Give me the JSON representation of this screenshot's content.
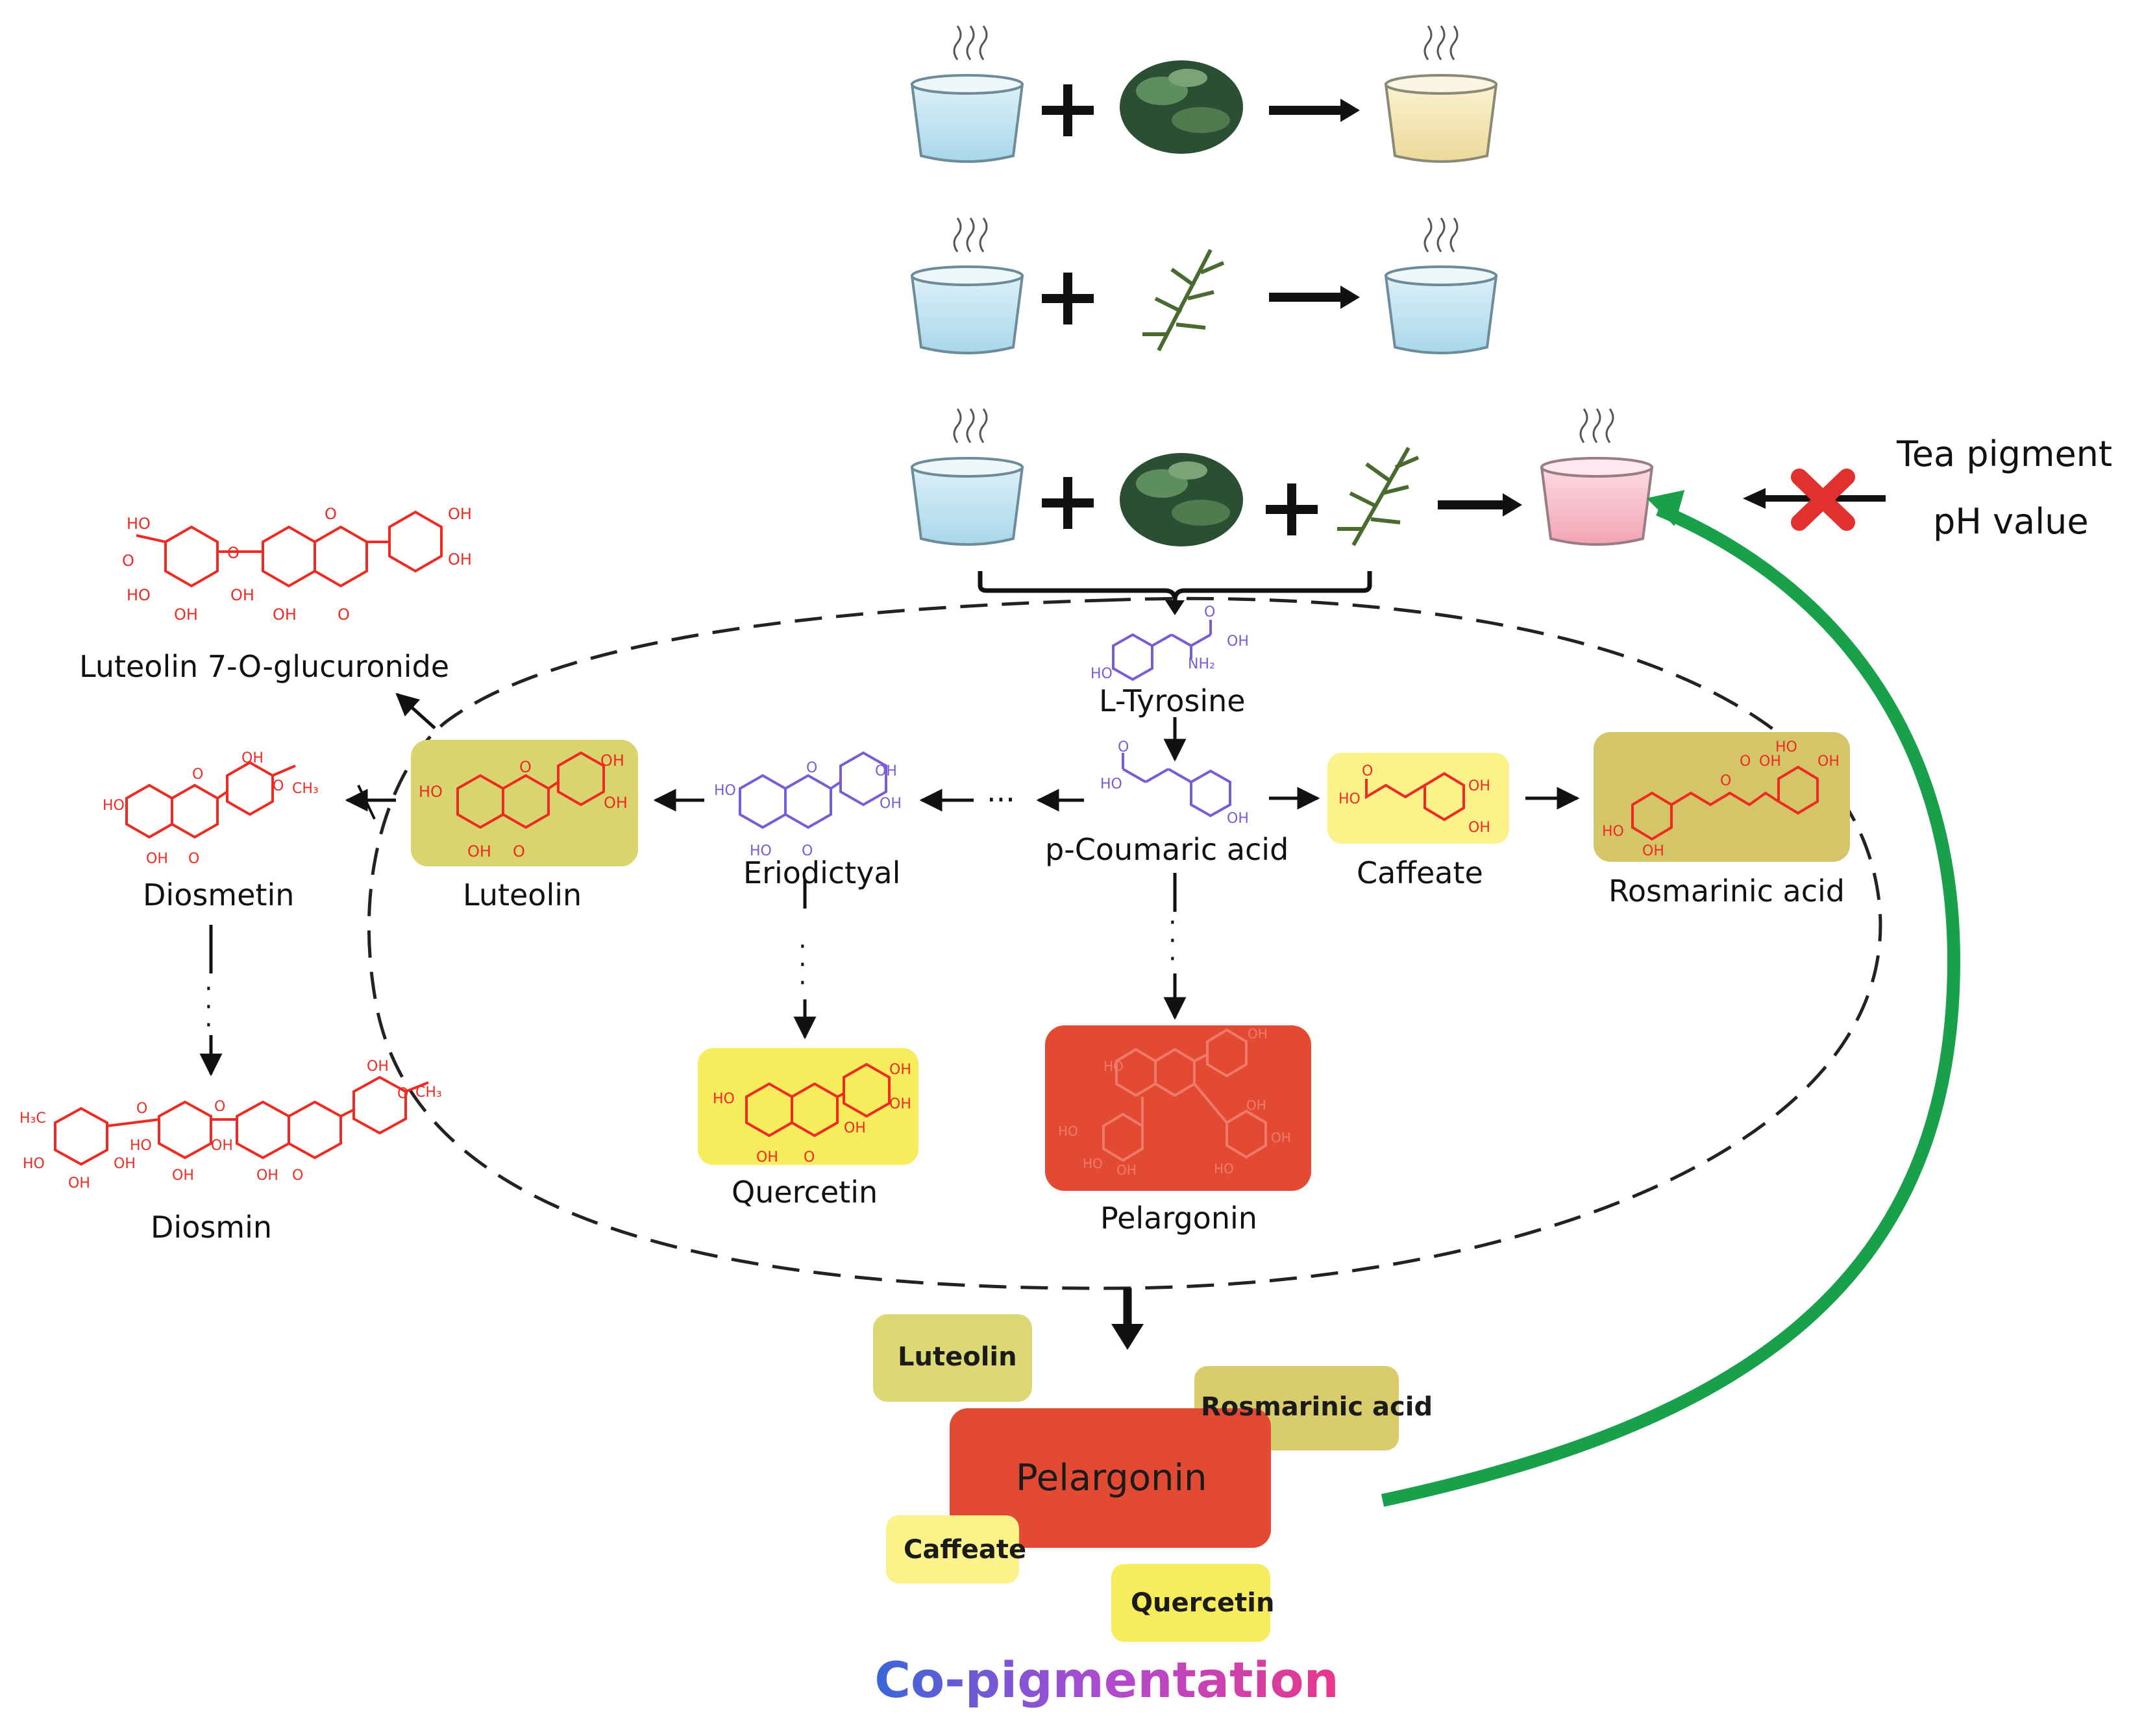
{
  "labels": {
    "luteolin_glucuronide": "Luteolin 7-O-glucuronide",
    "l_tyrosine": "L-Tyrosine",
    "p_coumaric": "p-Coumaric acid",
    "caffeate": "Caffeate",
    "rosmarinic": "Rosmarinic acid",
    "diosmetin": "Diosmetin",
    "luteolin": "Luteolin",
    "eriodictyal": "Eriodictyal",
    "quercetin": "Quercetin",
    "pelargonin": "Pelargonin",
    "diosmin": "Diosmin",
    "tea_pigment": "Tea pigment",
    "ph_value": "pH value",
    "copigmentation": "Co-pigmentation",
    "dots": "···"
  },
  "copig_boxes": {
    "luteolin": "Luteolin",
    "rosmarinic": "Rosmarinic acid",
    "pelargonin": "Pelargonin",
    "caffeate": "Caffeate",
    "quercetin": "Quercetin"
  },
  "colors": {
    "water": "#c7e6f2",
    "tea_result": "#f3e6b4",
    "pink_result": "#f4b6c3",
    "tea_leaves": "#2f5a3a",
    "herb": "#4a6b30",
    "structure_red": "#ee2a22",
    "structure_purple": "#7a5bd6",
    "yellow_box": "#fbf28a",
    "olive_box": "#d3c568",
    "khaki_box": "#d8cc6c",
    "red_box": "#e24a33",
    "green_arrow": "#19a04a",
    "cross": "#e0312e"
  }
}
